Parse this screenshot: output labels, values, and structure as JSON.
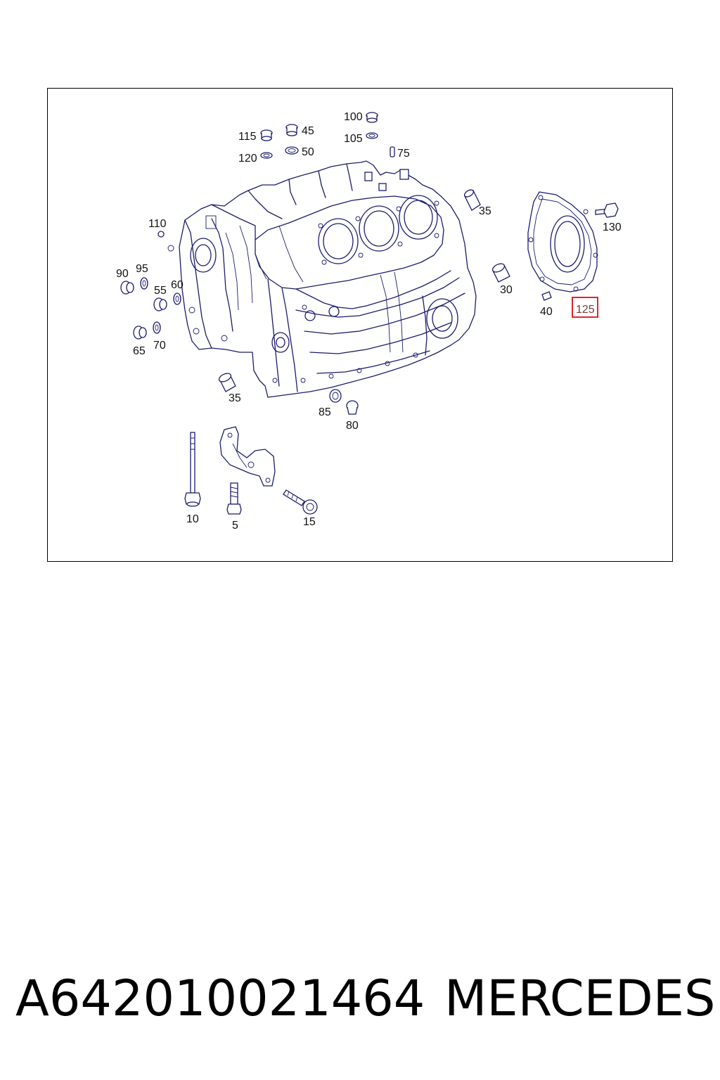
{
  "diagram": {
    "callouts": [
      "100",
      "115",
      "45",
      "105",
      "120",
      "50",
      "75",
      "35",
      "130",
      "110",
      "90",
      "95",
      "55",
      "60",
      "30",
      "40",
      "125",
      "65",
      "70",
      "35",
      "85",
      "80",
      "10",
      "5",
      "15"
    ],
    "highlighted": "125",
    "highlight_color": "#e0262b",
    "line_color": "#1c1c6e"
  },
  "footer": {
    "part_number": "A642010021464",
    "brand": "MERCEDES"
  }
}
